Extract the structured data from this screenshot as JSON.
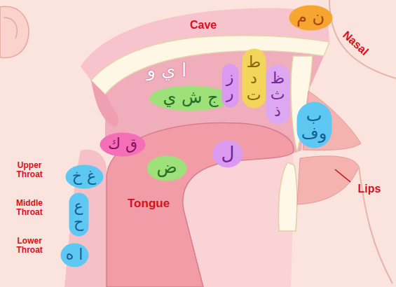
{
  "diagram": {
    "nodes": [
      {
        "text": [
          "ن م"
        ]
      },
      {
        "text": [
          "ج ش ي"
        ]
      },
      {
        "text": [
          "ز ر"
        ]
      },
      {
        "text": [
          "ط د ت"
        ]
      },
      {
        "text": [
          "ظ ث ذ"
        ]
      },
      {
        "text": [
          "ب وف"
        ]
      },
      {
        "text": [
          "ق ك"
        ]
      },
      {
        "text": [
          "ض"
        ]
      },
      {
        "text": [
          "ل"
        ]
      },
      {
        "text": [
          "غ خ"
        ]
      },
      {
        "text": [
          "ع ح"
        ]
      },
      {
        "text": [
          "ا ه"
        ]
      }
    ],
    "labels": [
      "Cave",
      "Nasal",
      "ا ي و",
      "Upper Throat",
      "Middle Throat",
      "Lower Throat",
      "Tongue",
      "Lips"
    ]
  }
}
